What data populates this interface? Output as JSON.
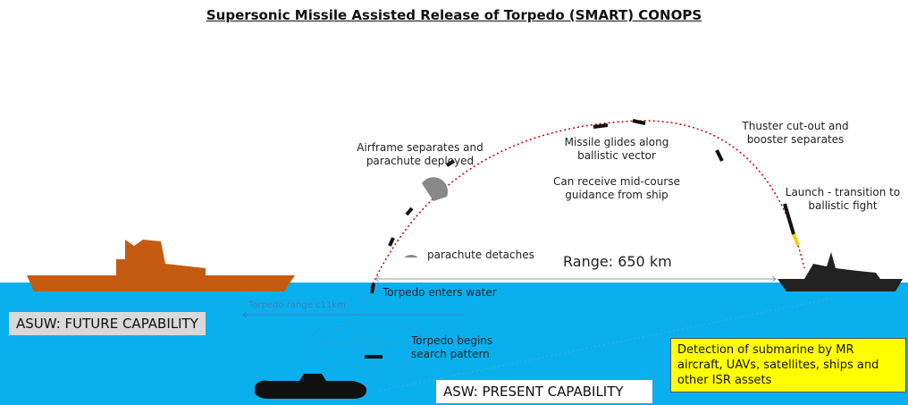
{
  "title": "Supersonic Missile Assisted Release of Torpedo (SMART) CONOPS",
  "labels": {
    "airframe": "Airframe separates and parachute deployed",
    "glide": "Missile glides along ballistic vector",
    "midcourse": "Can receive mid-course guidance from ship",
    "thruster": "Thuster cut-out and booster separates",
    "launch": "Launch - transition to ballistic fight",
    "parachute_detaches": "parachute detaches",
    "range": "Range: 650 km",
    "enters_water": "Torpedo enters water",
    "torpedo_range": "Torpedo range c11km",
    "search": "Torpedo begins search pattern"
  },
  "boxes": {
    "asuw": "ASUW: FUTURE CAPABILITY",
    "asw": "ASW: PRESENT CAPABILITY",
    "detection": "Detection of submarine by MR aircraft, UAVs, satellites, ships and other ISR assets"
  },
  "colors": {
    "sea": "#0ab0ee",
    "enemy_ship": "#c55a11",
    "trajectory": "#c00000",
    "detection_box": "#ffff00",
    "asuw_box": "#d9d9d9"
  }
}
